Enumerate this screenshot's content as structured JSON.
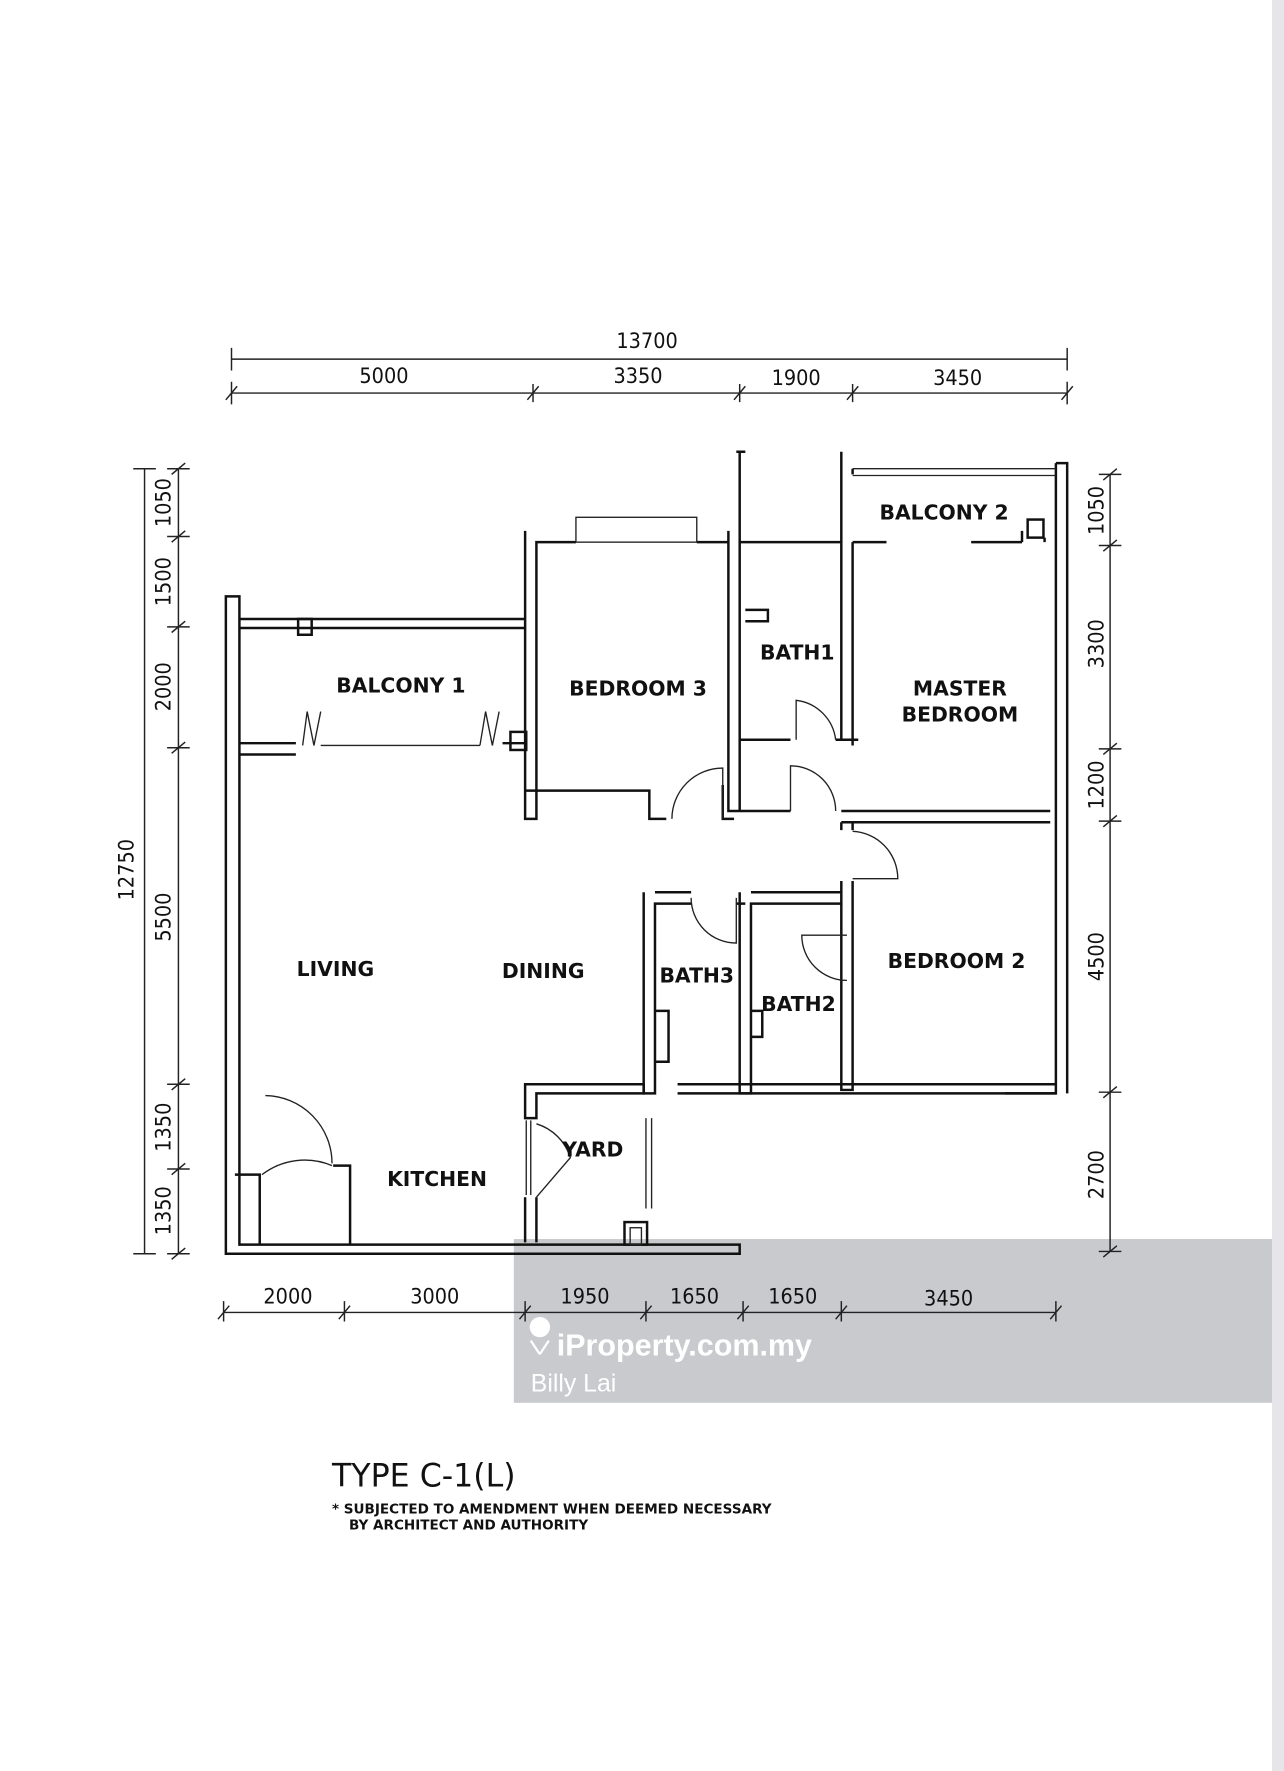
{
  "plan": {
    "rooms": {
      "balcony1": "BALCONY 1",
      "balcony2": "BALCONY 2",
      "bedroom3": "BEDROOM 3",
      "bath1": "BATH1",
      "master1": "MASTER",
      "master2": "BEDROOM",
      "living": "LIVING",
      "dining": "DINING",
      "bath3": "BATH3",
      "bath2": "BATH2",
      "bedroom2": "BEDROOM 2",
      "yard": "YARD",
      "kitchen": "KITCHEN"
    },
    "dims_top": {
      "total": "13700",
      "segments": [
        "5000",
        "3350",
        "1900",
        "3450"
      ]
    },
    "dims_bottom": [
      "2000",
      "3000",
      "1950",
      "1650",
      "1650",
      "3450"
    ],
    "dims_left": {
      "total": "12750",
      "segments": [
        "1050",
        "1500",
        "2000",
        "5500",
        "1350",
        "1350"
      ]
    },
    "dims_right": [
      "1050",
      "3300",
      "1200",
      "4500",
      "2700"
    ],
    "title": "TYPE C-1(L)",
    "note_line1": "* SUBJECTED TO AMENDMENT WHEN DEEMED NECESSARY",
    "note_line2": "BY ARCHITECT AND AUTHORITY"
  },
  "watermark": {
    "brand": "iProperty.com.my",
    "agent": "Billy Lai",
    "color": "#c0c3c6"
  }
}
